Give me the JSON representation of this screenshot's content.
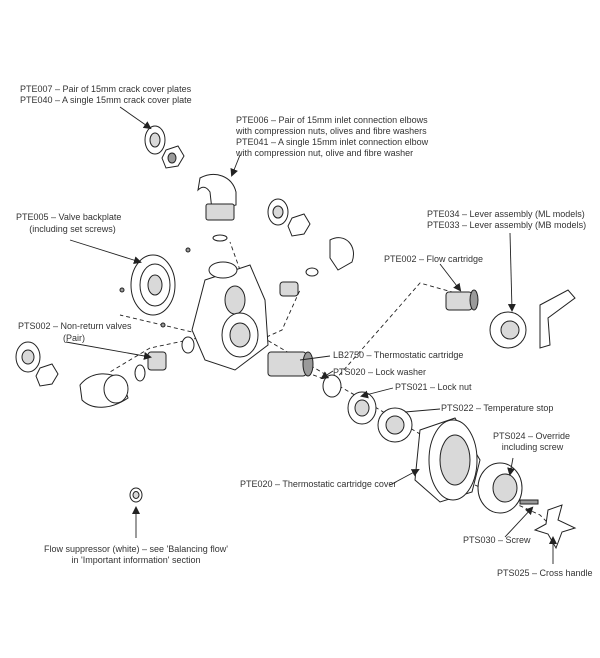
{
  "labels": {
    "pte007": "PTE007 – Pair of 15mm crack cover plates",
    "pte040": "PTE040 – A single 15mm crack cover plate",
    "pte006_1": "PTE006 – Pair of 15mm inlet connection elbows",
    "pte006_2": "with compression nuts, olives and fibre washers",
    "pte041_1": "PTE041 – A single 15mm inlet connection elbow",
    "pte041_2": "with compression nut, olive and fibre washer",
    "pte005_1": "PTE005 – Valve backplate",
    "pte005_2": "(including set screws)",
    "pte034": "PTE034 – Lever assembly (ML models)",
    "pte033": "PTE033 – Lever assembly (MB models)",
    "pte002": "PTE002 – Flow cartridge",
    "pts002_1": "PTS002 – Non-return valves",
    "pts002_2": "(Pair)",
    "lb2750": "LB2750 – Thermostatic cartridge",
    "pts020": "PTS020 – Lock washer",
    "pts021": "PTS021 – Lock nut",
    "pts022": "PTS022 – Temperature stop",
    "pts024_1": "PTS024 – Override",
    "pts024_2": "including screw",
    "pte020": "PTE020 – Thermostatic cartridge cover",
    "pts030": "PTS030 – Screw",
    "pts025": "PTS025 – Cross handle",
    "flow_1": "Flow suppressor (white) – see 'Balancing flow'",
    "flow_2": "in 'Important information' section"
  }
}
